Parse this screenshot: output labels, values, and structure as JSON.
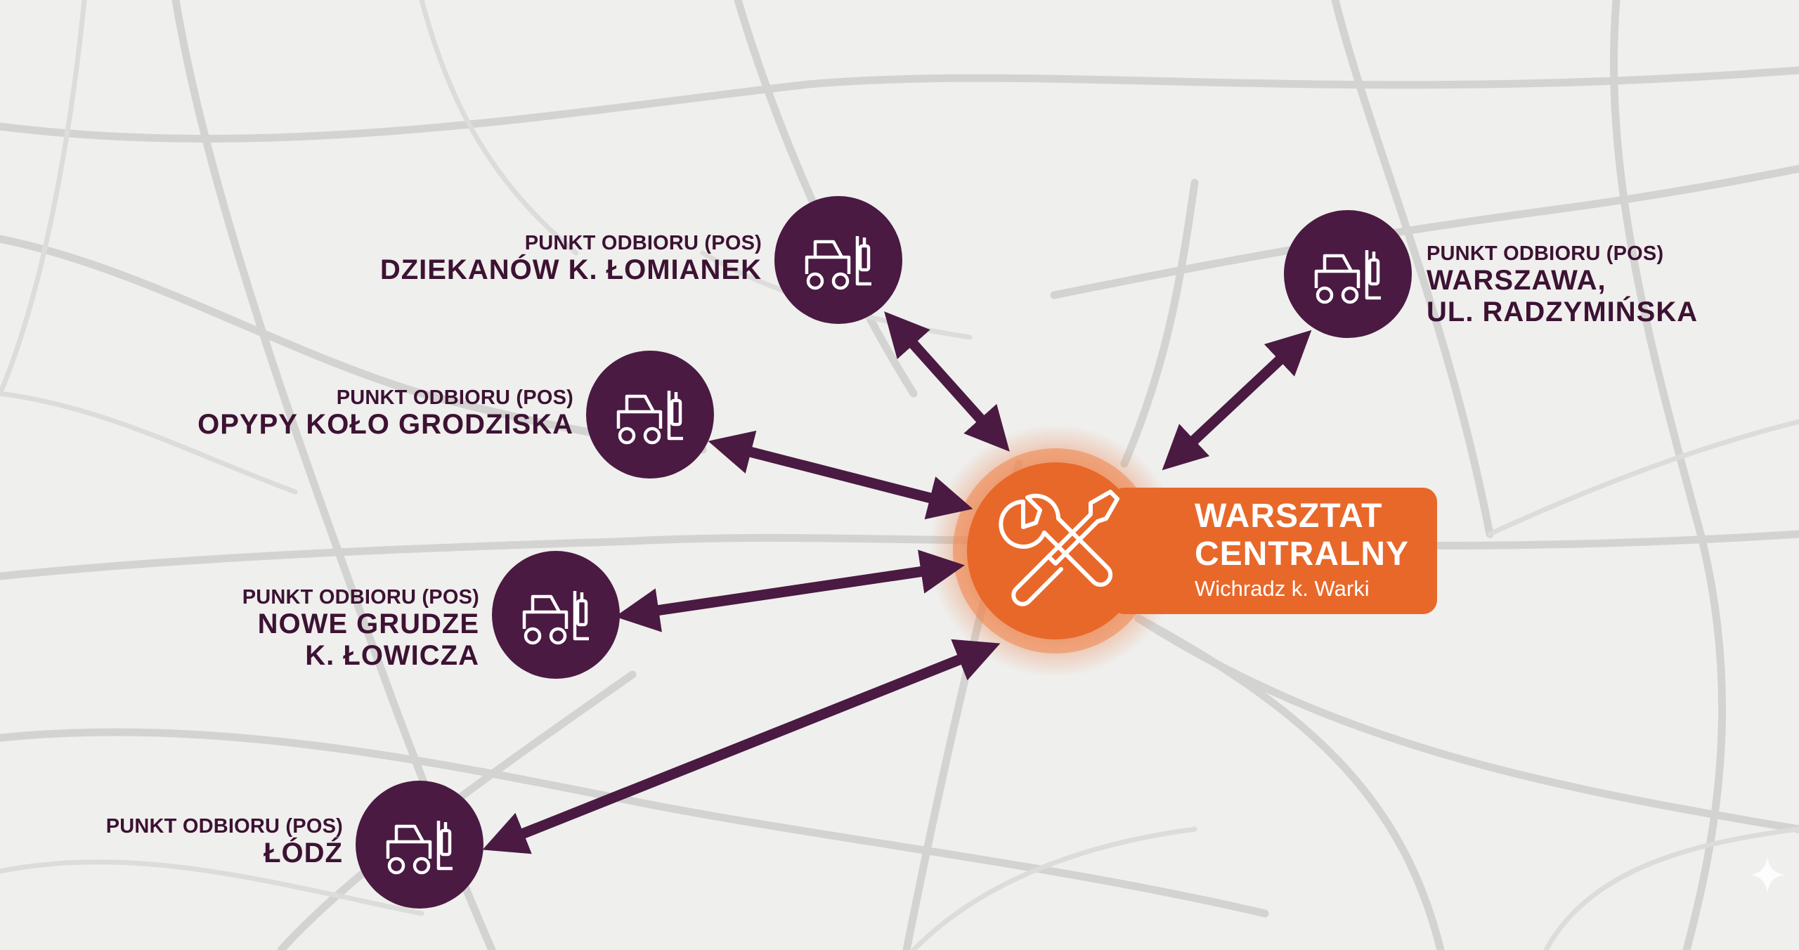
{
  "hub": {
    "title": "WARSZTAT\nCENTRALNY",
    "subtitle": "Wichradz k. Warki",
    "icon": "wrench-screwdriver-icon",
    "color": "#e8682a"
  },
  "pickup_points": [
    {
      "id": "dziekanow",
      "caption": "PUNKT ODBIORU (POS)",
      "name": "DZIEKANÓW K. ŁOMIANEK",
      "icon": "forklift-icon"
    },
    {
      "id": "opypy",
      "caption": "PUNKT ODBIORU (POS)",
      "name": "OPYPY KOŁO GRODZISKA",
      "icon": "forklift-icon"
    },
    {
      "id": "nowe-grudze",
      "caption": "PUNKT ODBIORU (POS)",
      "name": "NOWE GRUDZE\nK. ŁOWICZA",
      "icon": "forklift-icon"
    },
    {
      "id": "lodz",
      "caption": "PUNKT ODBIORU (POS)",
      "name": "ŁÓDŹ",
      "icon": "forklift-icon"
    },
    {
      "id": "warszawa",
      "caption": "PUNKT ODBIORU (POS)",
      "name": "WARSZAWA,\nUL. RADZYMIŃSKA",
      "icon": "forklift-icon"
    }
  ],
  "colors": {
    "node": "#4a1a42",
    "arrow": "#4a1a42",
    "text": "#3d1233",
    "map_background": "#efefed",
    "map_roads": "#d4d4d2"
  }
}
